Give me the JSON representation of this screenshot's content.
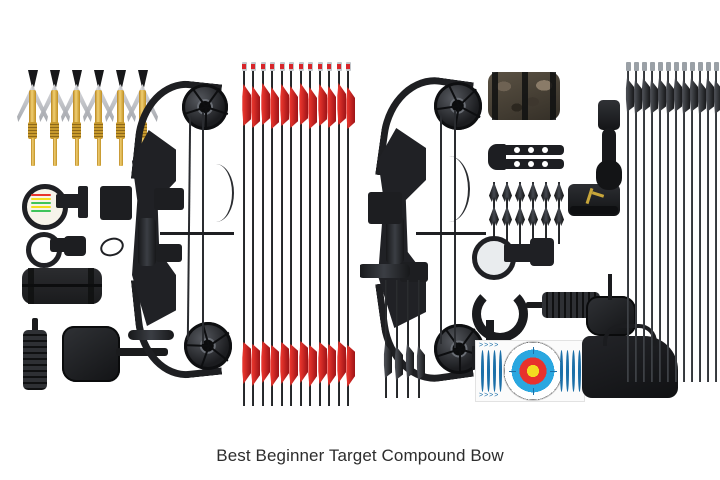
{
  "caption": {
    "text": "Best Beginner Target Compound Bow"
  },
  "page": {
    "background_color": "#ffffff",
    "caption_color": "#2d2d2d"
  },
  "gallery": {
    "layout": "two-product-photos-side-by-side",
    "products": [
      {
        "id": "left-bow-kit",
        "alt": "Black compound bow kit with gold broadheads, sight, arrow rest, stabilizer, arm guard and 12 red-fletched carbon arrows",
        "bow": {
          "name": "black-compound-bow",
          "finish_color": "#1e1f22",
          "cam_count": 2,
          "string_color": "#2a2c30"
        },
        "accessories": [
          {
            "name": "broadhead",
            "label": "Gold Broadheads",
            "count": 6,
            "color": "#d3a233"
          },
          {
            "name": "bow-sight",
            "label": "5-Pin Bow Sight",
            "count": 1,
            "color": "#1f2024"
          },
          {
            "name": "arrow-rest",
            "label": "Arrow Rest",
            "count": 1,
            "color": "#1d1e21"
          },
          {
            "name": "quiver-mount",
            "label": "Quiver Mount Bracket",
            "count": 1,
            "color": "#1d1e21"
          },
          {
            "name": "peep-sight",
            "label": "Peep Sight",
            "count": 1,
            "color": "#202125"
          },
          {
            "name": "d-loop",
            "label": "D-Loop Rope",
            "count": 1,
            "color": "#202125"
          },
          {
            "name": "arm-guard",
            "label": "Black Arm Guard",
            "count": 1,
            "color": "#232427"
          },
          {
            "name": "stabilizer",
            "label": "Stabilizer",
            "count": 1,
            "color": "#1a1b1d"
          },
          {
            "name": "quiver-hood",
            "label": "Quiver Hood",
            "count": 1,
            "color": "#17181a"
          },
          {
            "name": "arrow-red-fletch",
            "label": "Carbon Arrows, Red Vanes",
            "count": 12,
            "color": "#e8342c"
          }
        ]
      },
      {
        "id": "right-bow-kit",
        "alt": "Black compound bow kit with camo arm guard, release aid, broadheads, bow sight, stabilizer, target face, bow case and 12 black-fletched arrows",
        "bow": {
          "name": "black-compound-bow",
          "finish_color": "#1e1f22",
          "cam_count": 2,
          "string_color": "#2a2c30"
        },
        "accessories": [
          {
            "name": "arm-guard-camo",
            "label": "Camo Arm Guard",
            "count": 1,
            "color": "#5b5244"
          },
          {
            "name": "bow-press",
            "label": "Bow Press / Limb Tool",
            "count": 1,
            "color": "#1d1e22"
          },
          {
            "name": "broadhead-black",
            "label": "Black Broadheads",
            "count": 6,
            "color": "#2b2d31"
          },
          {
            "name": "release-aid",
            "label": "Wrist Release Aid",
            "count": 1,
            "color": "#1a1b1e"
          },
          {
            "name": "bow-sling",
            "label": "Bow Sling",
            "count": 1,
            "color": "#1a1b1e"
          },
          {
            "name": "bow-sight",
            "label": "Bow Sight",
            "count": 1,
            "color": "#1f2024"
          },
          {
            "name": "arrow-rest",
            "label": "Arrow Rest",
            "count": 1,
            "color": "#1d1e21"
          },
          {
            "name": "stabilizer",
            "label": "Stabilizer",
            "count": 1,
            "color": "#1a1b1d"
          },
          {
            "name": "allen-wrench",
            "label": "Allen Wrench Set",
            "count": 5,
            "color": "#1b1c1f"
          },
          {
            "name": "peep-sight",
            "label": "Peep Sight",
            "count": 1,
            "color": "#202125"
          },
          {
            "name": "quiver-hood",
            "label": "Quiver Hood",
            "count": 1,
            "color": "#17181a"
          },
          {
            "name": "target-face",
            "label": "Paper Target Face",
            "count": 1,
            "rings": [
              "#f3dd20",
              "#e8322c",
              "#2aa7e0",
              "#ffffff",
              "#111214"
            ]
          },
          {
            "name": "bow-case",
            "label": "Bow Carrying Case",
            "count": 1,
            "color": "#1b1c1f"
          },
          {
            "name": "arrow-black-fletch",
            "label": "Carbon Arrows, Black Vanes",
            "count": 12,
            "color": "#2b2d31"
          }
        ]
      }
    ]
  }
}
